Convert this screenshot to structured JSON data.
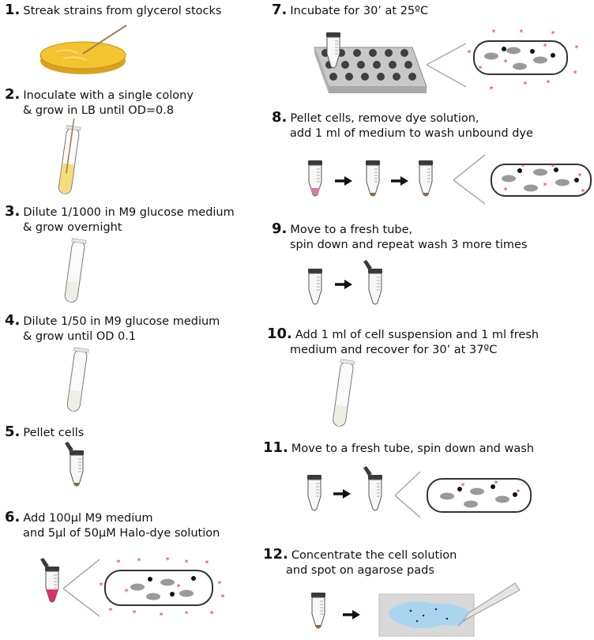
{
  "steps": [
    {
      "num": "1.",
      "lines": [
        "Streak strains from glycerol stocks"
      ]
    },
    {
      "num": "2.",
      "lines": [
        "Inoculate with a single colony",
        "& grow in LB until OD=0.8"
      ]
    },
    {
      "num": "3.",
      "lines": [
        "Dilute 1/1000 in M9 glucose medium",
        "& grow overnight"
      ]
    },
    {
      "num": "4.",
      "lines": [
        "Dilute 1/50 in M9 glucose medium",
        "& grow until OD 0.1"
      ]
    },
    {
      "num": "5.",
      "lines": [
        "Pellet cells"
      ]
    },
    {
      "num": "6.",
      "lines": [
        "Add 100µl M9 medium",
        "and 5µl of 50µM Halo-dye solution"
      ]
    },
    {
      "num": "7.",
      "lines": [
        "Incubate for 30’ at 25ºC"
      ]
    },
    {
      "num": "8.",
      "lines": [
        "Pellet cells, remove dye solution,",
        "add 1 ml of medium to wash unbound dye"
      ]
    },
    {
      "num": "9.",
      "lines": [
        "Move to a fresh tube,",
        "spin down and repeat wash 3 more times"
      ]
    },
    {
      "num": "10.",
      "lines": [
        "Add 1 ml of cell suspension and 1 ml fresh",
        "medium and recover for 30’ at 37ºC"
      ]
    },
    {
      "num": "11.",
      "lines": [
        "Move to a fresh tube, spin down and wash"
      ]
    },
    {
      "num": "12.",
      "lines": [
        "Concentrate the cell solution",
        "and spot on agarose pads"
      ]
    }
  ],
  "colors": {
    "agar": "#f4c430",
    "lb_culture": "#f8dc7a",
    "m9_medium": "#f2f2ea",
    "dye_solution": "#d6336c",
    "pellet": "#8a6a3a",
    "cell": "#9a9a9a",
    "dye_dot": "#e0242a",
    "agarose_pad": "#a9d6ee",
    "slide": "#d8d8d8"
  }
}
